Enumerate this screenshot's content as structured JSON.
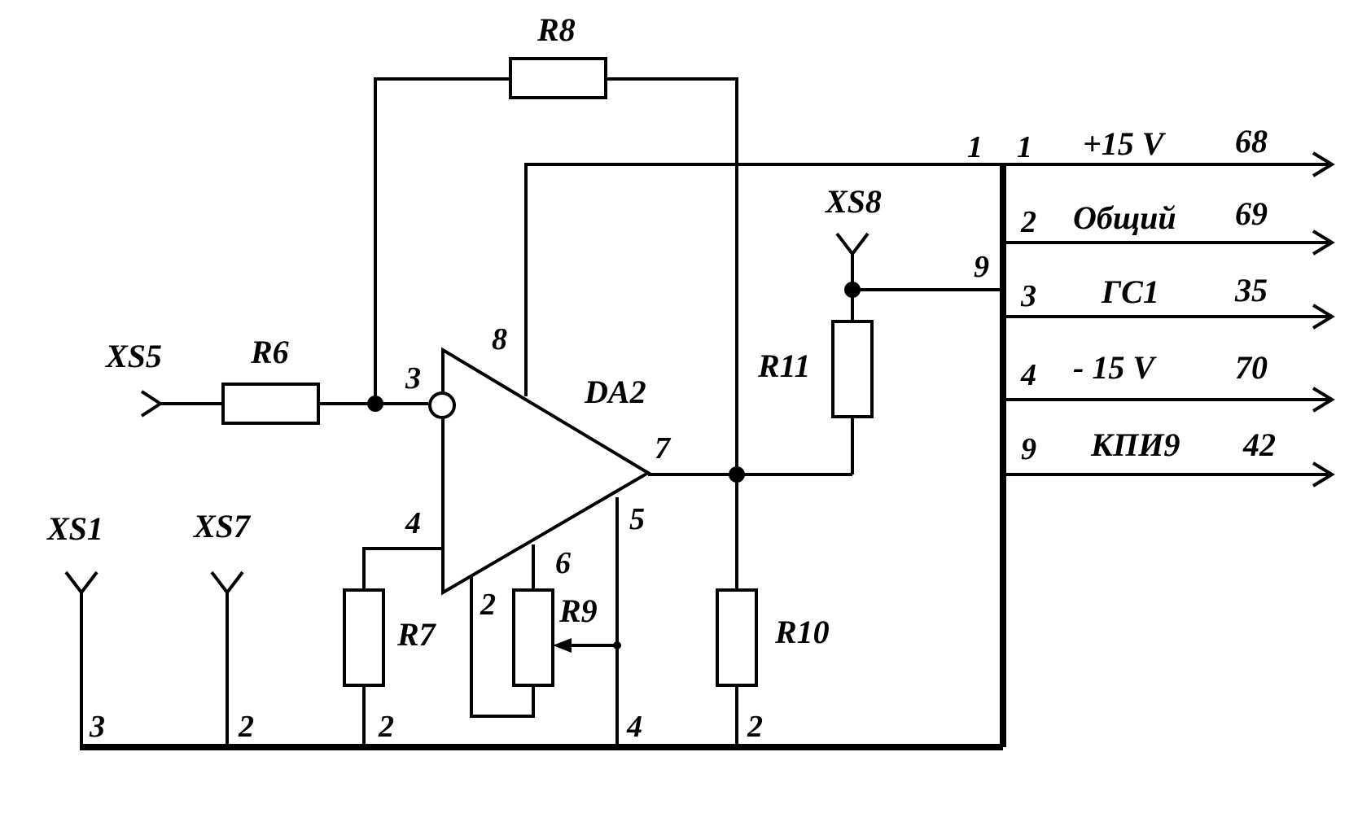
{
  "components": {
    "r6": "R6",
    "r7": "R7",
    "r8": "R8",
    "r9": "R9",
    "r10": "R10",
    "r11": "R11",
    "da2": "DA2"
  },
  "connectors": {
    "xs1": "XS1",
    "xs5": "XS5",
    "xs7": "XS7",
    "xs8": "XS8"
  },
  "pins": {
    "da2_in": "3",
    "da2_pwr": "8",
    "da2_neg": "4",
    "da2_bal": "6",
    "da2_bal2": "5",
    "da2_out": "7",
    "r9_end": "2",
    "bus_top": "1",
    "bus_xs8": "9",
    "gnd_xs1": "3",
    "gnd_xs7": "2",
    "gnd_r7": "2",
    "gnd_r9": "4",
    "gnd_r10": "2"
  },
  "outputs": [
    {
      "pin": "1",
      "name": "+15 V",
      "contact": "68"
    },
    {
      "pin": "2",
      "name": "Общий",
      "contact": "69"
    },
    {
      "pin": "3",
      "name": "ГС1",
      "contact": "35"
    },
    {
      "pin": "4",
      "name": "- 15 V",
      "contact": "70"
    },
    {
      "pin": "9",
      "name": "КПИ9",
      "contact": "42"
    }
  ]
}
